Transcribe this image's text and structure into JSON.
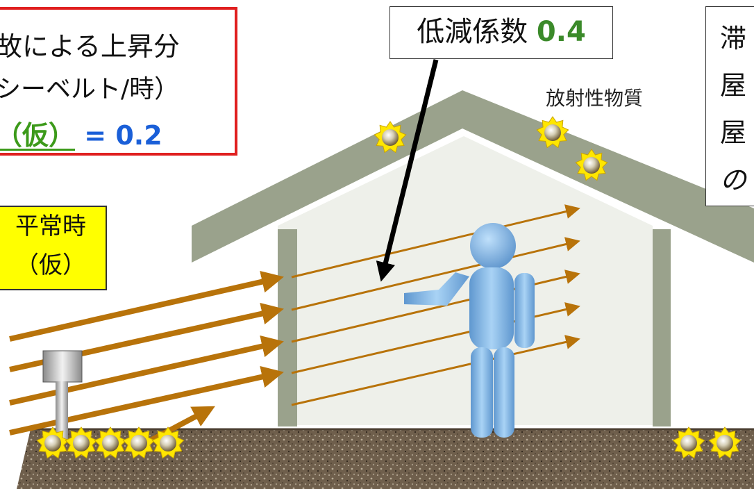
{
  "coefficient_box": {
    "label": "低減係数 ",
    "value": "0.4"
  },
  "accident_box": {
    "line1": "故による上昇分",
    "line2": "シーベルト/時）",
    "line3_green": "（仮）",
    "line3_blue": " = 0.2"
  },
  "normal_box": {
    "line1": "平常時",
    "line2": "（仮）"
  },
  "radioactive_label": "放射性物質",
  "right_box": {
    "line1": "滞",
    "line2": "屋",
    "line3": "屋",
    "line4": "の"
  },
  "colors": {
    "red_border": "#e02020",
    "green_text": "#3c9a1a",
    "blue_text": "#1a5fd8",
    "yellow_fill": "#ffff00",
    "arrow_orange": "#b8730a",
    "house_gray": "#9aa28c",
    "person_blue": "#7fb6e6",
    "ground_brown": "#6f5f4c"
  }
}
